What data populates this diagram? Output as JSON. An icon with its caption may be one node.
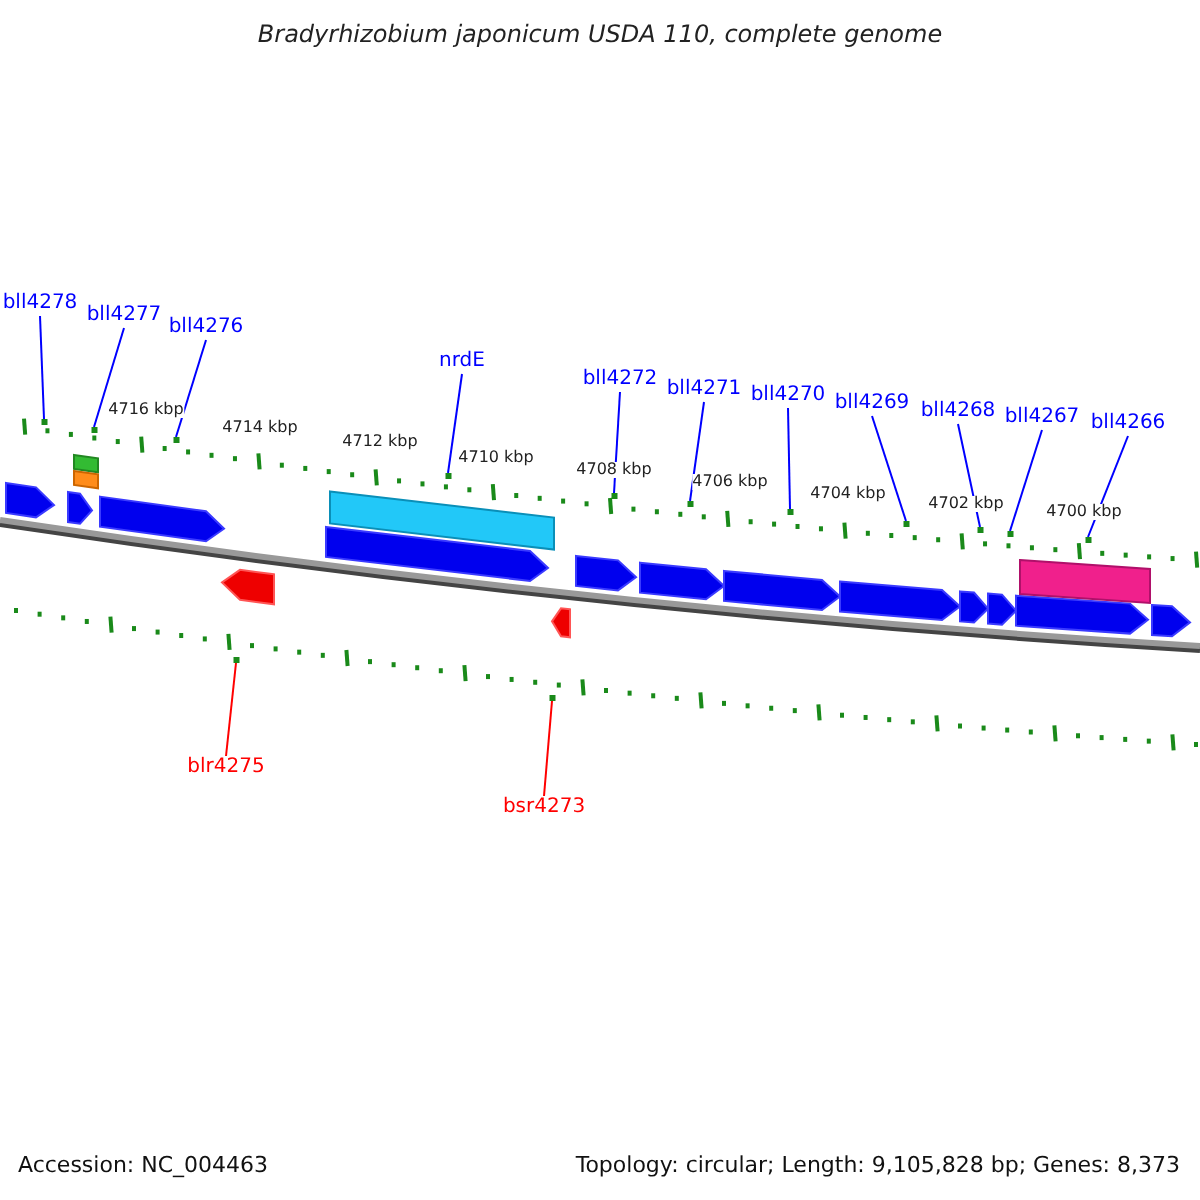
{
  "diagram": {
    "title": "Bradyrhizobium japonicum USDA 110, complete genome",
    "nodes": [
      {
        "text": [
          "bll4278"
        ]
      },
      {
        "text": [
          "bll4277"
        ]
      },
      {
        "text": [
          "bll4276"
        ]
      },
      {
        "text": [
          "nrdE"
        ]
      },
      {
        "text": [
          "bll4272"
        ]
      },
      {
        "text": [
          "bll4271"
        ]
      },
      {
        "text": [
          "bll4270"
        ]
      },
      {
        "text": [
          "bll4269"
        ]
      },
      {
        "text": [
          "bll4268"
        ]
      },
      {
        "text": [
          "bll4267"
        ]
      },
      {
        "text": [
          "bll4266"
        ]
      },
      {
        "text": [
          "blr4275"
        ]
      },
      {
        "text": [
          "bsr4273"
        ]
      },
      {
        "text": [],
        "shape": "dot"
      },
      {
        "text": [],
        "shape": "dot"
      },
      {
        "text": [],
        "shape": "dot"
      },
      {
        "text": [],
        "shape": "dot"
      },
      {
        "text": [],
        "shape": "dot"
      },
      {
        "text": [],
        "shape": "dot"
      },
      {
        "text": [],
        "shape": "dot"
      },
      {
        "text": [],
        "shape": "dot"
      },
      {
        "text": [],
        "shape": "dot"
      },
      {
        "text": [],
        "shape": "dot"
      },
      {
        "text": [],
        "shape": "dot"
      },
      {
        "text": [],
        "shape": "dot"
      },
      {
        "text": [],
        "shape": "dot"
      }
    ],
    "edges": [
      {
        "from": 0,
        "to": 13,
        "arrow": "none"
      },
      {
        "from": 1,
        "to": 14,
        "arrow": "none"
      },
      {
        "from": 2,
        "to": 15,
        "arrow": "none"
      },
      {
        "from": 3,
        "to": 16,
        "arrow": "none"
      },
      {
        "from": 4,
        "to": 17,
        "arrow": "none"
      },
      {
        "from": 5,
        "to": 18,
        "arrow": "none"
      },
      {
        "from": 6,
        "to": 19,
        "arrow": "none"
      },
      {
        "from": 7,
        "to": 20,
        "arrow": "none"
      },
      {
        "from": 8,
        "to": 21,
        "arrow": "none"
      },
      {
        "from": 9,
        "to": 22,
        "arrow": "none"
      },
      {
        "from": 10,
        "to": 23,
        "arrow": "none"
      },
      {
        "from": 11,
        "to": 24,
        "arrow": "none",
        "color": "#ff0000"
      },
      {
        "from": 12,
        "to": 25,
        "arrow": "none",
        "color": "#ff0000"
      }
    ],
    "labels": [
      "4716 kbp",
      "4714 kbp",
      "4712 kbp",
      "4710 kbp",
      "4708 kbp",
      "4706 kbp",
      "4704 kbp",
      "4702 kbp",
      "4700 kbp",
      "Accession: NC_004463",
      "Topology: circular; Length: 9,105,828 bp; Genes: 8,373"
    ]
  }
}
